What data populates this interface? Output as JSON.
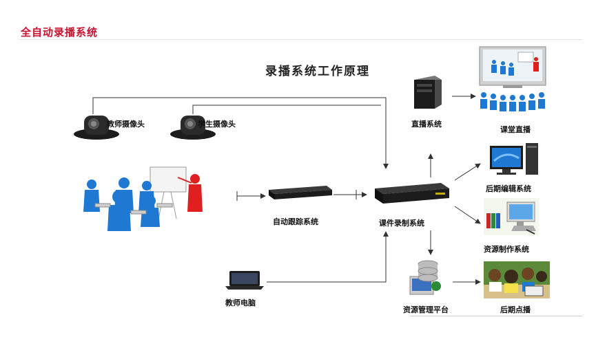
{
  "header": {
    "title": "全自动录播系统"
  },
  "diagram": {
    "title": "录播系统工作原理"
  },
  "nodes": {
    "teacher_camera": "教师摄像头",
    "student_camera": "学生摄像头",
    "auto_tracking": "自动跟踪系统",
    "recording": "课件录制系统",
    "teacher_pc": "教师电脑",
    "live": "直播系统",
    "classroom_live": "课堂直播",
    "post_editing": "后期编辑系统",
    "resource_production": "资源制作系统",
    "resource_mgmt": "资源管理平台",
    "post_vod": "后期点播"
  },
  "colors": {
    "title_red": "#c8102e",
    "person_blue": "#1f78d1",
    "presenter_red": "#e02020",
    "device_dark": "#1c1c1c"
  }
}
